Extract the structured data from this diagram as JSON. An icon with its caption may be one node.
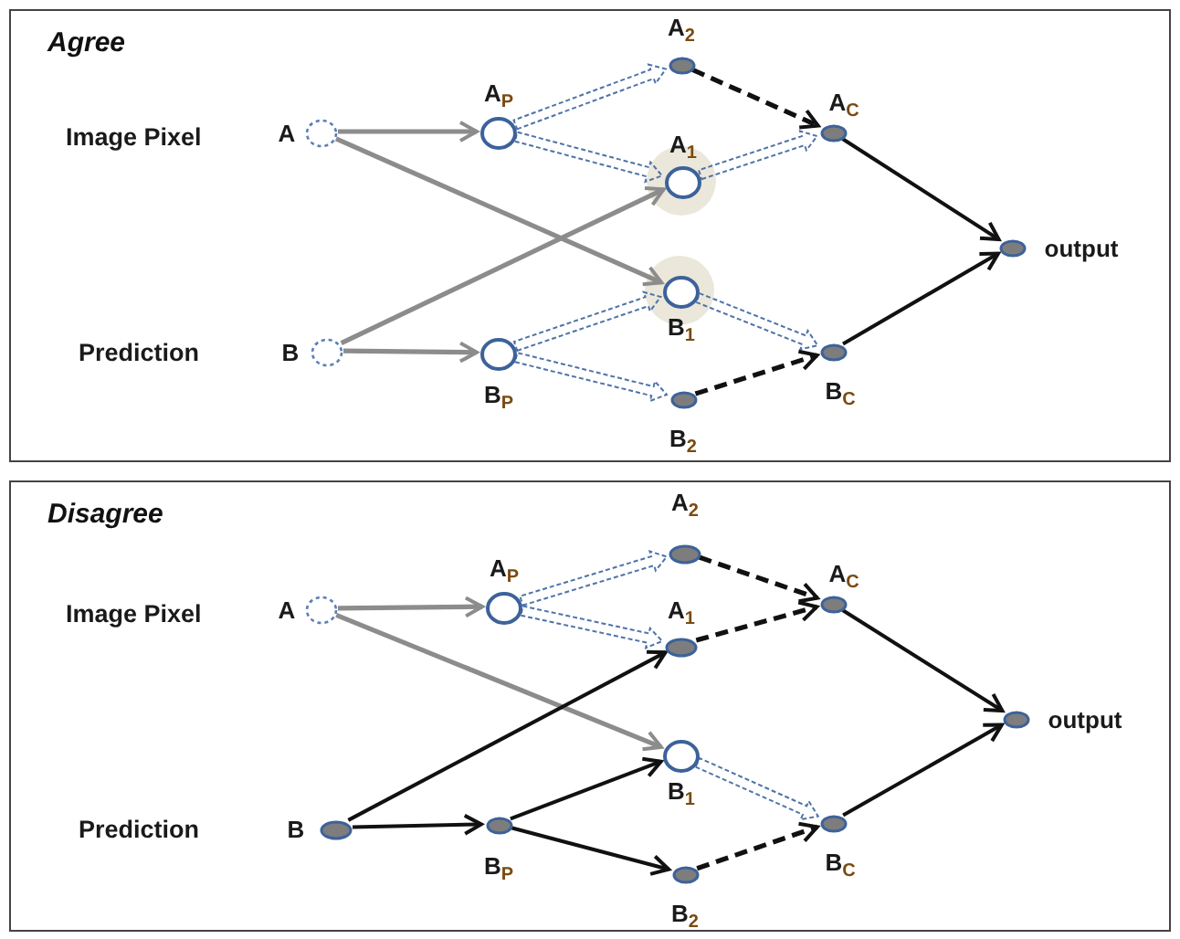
{
  "diagram": {
    "nodes": [
      {
        "text": [
          "Agree"
        ]
      },
      {
        "text": [],
        "shape": "circle",
        "in": 0,
        "beside": [
          "A"
        ]
      },
      {
        "text": [],
        "shape": "circle",
        "in": 0,
        "beside": [
          "B"
        ]
      },
      {
        "text": [],
        "shape": "circle",
        "in": 0,
        "beside": [
          "A$_{P}$"
        ]
      },
      {
        "text": [],
        "shape": "circle",
        "in": 0,
        "beside": [
          "B$_{P}$"
        ]
      },
      {
        "text": [],
        "shape": "circle",
        "in": 0,
        "beside": [
          "A$_{2}$"
        ]
      },
      {
        "text": [],
        "shape": "circle",
        "in": 0,
        "beside": [
          "A$_{1}$"
        ]
      },
      {
        "text": [],
        "shape": "circle",
        "in": 0,
        "beside": [
          "B$_{1}$"
        ]
      },
      {
        "text": [],
        "shape": "circle",
        "in": 0,
        "beside": [
          "B$_{2}$"
        ]
      },
      {
        "text": [],
        "shape": "circle",
        "in": 0,
        "beside": [
          "A$_{C}$"
        ]
      },
      {
        "text": [],
        "shape": "circle",
        "in": 0,
        "beside": [
          "B$_{C}$"
        ]
      },
      {
        "text": [],
        "shape": "circle",
        "in": 0,
        "beside": [
          "output"
        ]
      },
      {
        "text": [
          "Disagree"
        ]
      },
      {
        "text": [],
        "shape": "circle",
        "in": 12,
        "beside": [
          "A"
        ]
      },
      {
        "text": [],
        "shape": "circle",
        "in": 12,
        "beside": [
          "B"
        ]
      },
      {
        "text": [],
        "shape": "circle",
        "in": 12,
        "beside": [
          "A$_{P}$"
        ]
      },
      {
        "text": [],
        "shape": "circle",
        "in": 12,
        "beside": [
          "B$_{P}$"
        ]
      },
      {
        "text": [],
        "shape": "circle",
        "in": 12,
        "beside": [
          "A$_{2}$"
        ]
      },
      {
        "text": [],
        "shape": "circle",
        "in": 12,
        "beside": [
          "A$_{1}$"
        ]
      },
      {
        "text": [],
        "shape": "circle",
        "in": 12,
        "beside": [
          "B$_{1}$"
        ]
      },
      {
        "text": [],
        "shape": "circle",
        "in": 12,
        "beside": [
          "B$_{2}$"
        ]
      },
      {
        "text": [],
        "shape": "circle",
        "in": 12,
        "beside": [
          "A$_{C}$"
        ]
      },
      {
        "text": [],
        "shape": "circle",
        "in": 12,
        "beside": [
          "B$_{C}$"
        ]
      },
      {
        "text": [],
        "shape": "circle",
        "in": 12,
        "beside": [
          "output"
        ]
      }
    ],
    "edges": [
      {
        "from": 1,
        "to": 3,
        "arrow": "to",
        "color": "#8c8c8c"
      },
      {
        "from": 1,
        "to": 7,
        "arrow": "to",
        "color": "#8c8c8c"
      },
      {
        "from": 2,
        "to": 6,
        "arrow": "to",
        "color": "#8c8c8c"
      },
      {
        "from": 2,
        "to": 4,
        "arrow": "to",
        "color": "#8c8c8c"
      },
      {
        "from": 3,
        "to": 5,
        "arrow": "to",
        "style": "dashed",
        "color": "#4f73a8"
      },
      {
        "from": 3,
        "to": 6,
        "arrow": "to",
        "style": "dashed",
        "color": "#4f73a8"
      },
      {
        "from": 4,
        "to": 7,
        "arrow": "to",
        "style": "dashed",
        "color": "#4f73a8"
      },
      {
        "from": 4,
        "to": 8,
        "arrow": "to",
        "style": "dashed",
        "color": "#4f73a8"
      },
      {
        "from": 5,
        "to": 9,
        "arrow": "to",
        "style": "dashed"
      },
      {
        "from": 6,
        "to": 9,
        "arrow": "to",
        "style": "dashed",
        "color": "#4f73a8"
      },
      {
        "from": 7,
        "to": 10,
        "arrow": "to",
        "style": "dashed",
        "color": "#4f73a8"
      },
      {
        "from": 8,
        "to": 10,
        "arrow": "to",
        "style": "dashed"
      },
      {
        "from": 9,
        "to": 11,
        "arrow": "to"
      },
      {
        "from": 10,
        "to": 11,
        "arrow": "to"
      },
      {
        "from": 13,
        "to": 15,
        "arrow": "to",
        "color": "#8c8c8c"
      },
      {
        "from": 13,
        "to": 19,
        "arrow": "to",
        "color": "#8c8c8c"
      },
      {
        "from": 14,
        "to": 18,
        "arrow": "to"
      },
      {
        "from": 14,
        "to": 16,
        "arrow": "to"
      },
      {
        "from": 16,
        "to": 19,
        "arrow": "to"
      },
      {
        "from": 16,
        "to": 20,
        "arrow": "to"
      },
      {
        "from": 15,
        "to": 17,
        "arrow": "to",
        "style": "dashed",
        "color": "#4f73a8"
      },
      {
        "from": 15,
        "to": 18,
        "arrow": "to",
        "style": "dashed",
        "color": "#4f73a8"
      },
      {
        "from": 17,
        "to": 21,
        "arrow": "to",
        "style": "dashed"
      },
      {
        "from": 18,
        "to": 21,
        "arrow": "to",
        "style": "dashed"
      },
      {
        "from": 19,
        "to": 22,
        "arrow": "to",
        "style": "dashed",
        "color": "#4f73a8"
      },
      {
        "from": 20,
        "to": 22,
        "arrow": "to",
        "style": "dashed"
      },
      {
        "from": 21,
        "to": 23,
        "arrow": "to"
      },
      {
        "from": 22,
        "to": 23,
        "arrow": "to"
      }
    ],
    "labels": [
      "Image Pixel",
      "Prediction",
      "Image Pixel",
      "Prediction"
    ]
  }
}
